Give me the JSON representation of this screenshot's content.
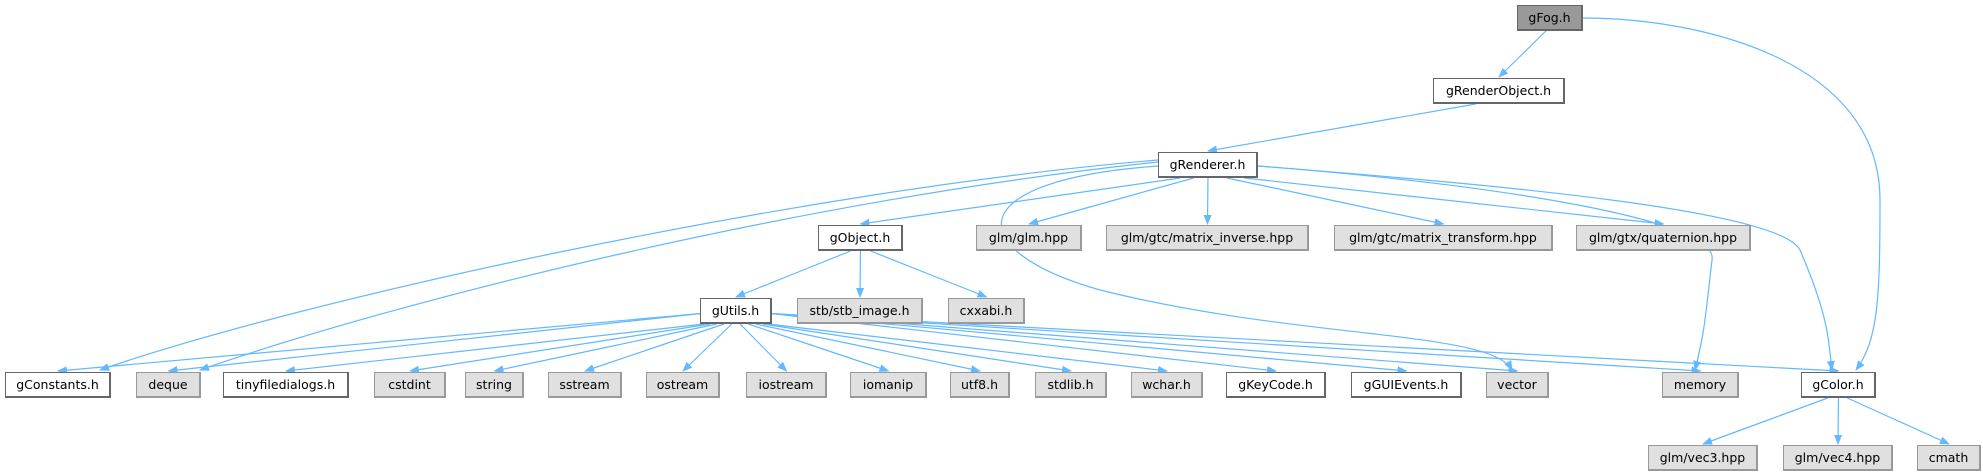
{
  "title": "gFog.h",
  "colors": {
    "edge": "#63b8ff",
    "root_fill": "#999999",
    "external_fill": "#e0e0e0",
    "internal_fill": "#ffffff"
  },
  "nodes": [
    {
      "id": "gFog",
      "label": "gFog.h",
      "kind": "root"
    },
    {
      "id": "gRenderObject",
      "label": "gRenderObject.h",
      "kind": "internal"
    },
    {
      "id": "gRenderer",
      "label": "gRenderer.h",
      "kind": "internal"
    },
    {
      "id": "gObject",
      "label": "gObject.h",
      "kind": "internal"
    },
    {
      "id": "glm",
      "label": "glm/glm.hpp",
      "kind": "external"
    },
    {
      "id": "matinv",
      "label": "glm/gtc/matrix_inverse.hpp",
      "kind": "external"
    },
    {
      "id": "mattrans",
      "label": "glm/gtc/matrix_transform.hpp",
      "kind": "external"
    },
    {
      "id": "quat",
      "label": "glm/gtx/quaternion.hpp",
      "kind": "external"
    },
    {
      "id": "gUtils",
      "label": "gUtils.h",
      "kind": "internal"
    },
    {
      "id": "stb",
      "label": "stb/stb_image.h",
      "kind": "external"
    },
    {
      "id": "cxxabi",
      "label": "cxxabi.h",
      "kind": "external"
    },
    {
      "id": "gConstants",
      "label": "gConstants.h",
      "kind": "internal"
    },
    {
      "id": "deque",
      "label": "deque",
      "kind": "external"
    },
    {
      "id": "tinyfd",
      "label": "tinyfiledialogs.h",
      "kind": "internal"
    },
    {
      "id": "cstdint",
      "label": "cstdint",
      "kind": "external"
    },
    {
      "id": "string",
      "label": "string",
      "kind": "external"
    },
    {
      "id": "sstream",
      "label": "sstream",
      "kind": "external"
    },
    {
      "id": "ostream",
      "label": "ostream",
      "kind": "external"
    },
    {
      "id": "iostream",
      "label": "iostream",
      "kind": "external"
    },
    {
      "id": "iomanip",
      "label": "iomanip",
      "kind": "external"
    },
    {
      "id": "utf8",
      "label": "utf8.h",
      "kind": "external"
    },
    {
      "id": "stdlib",
      "label": "stdlib.h",
      "kind": "external"
    },
    {
      "id": "wchar",
      "label": "wchar.h",
      "kind": "external"
    },
    {
      "id": "gKeyCode",
      "label": "gKeyCode.h",
      "kind": "internal"
    },
    {
      "id": "gGUIEvents",
      "label": "gGUIEvents.h",
      "kind": "internal"
    },
    {
      "id": "vector",
      "label": "vector",
      "kind": "external"
    },
    {
      "id": "memory",
      "label": "memory",
      "kind": "external"
    },
    {
      "id": "gColor",
      "label": "gColor.h",
      "kind": "internal"
    },
    {
      "id": "vec3",
      "label": "glm/vec3.hpp",
      "kind": "external"
    },
    {
      "id": "vec4",
      "label": "glm/vec4.hpp",
      "kind": "external"
    },
    {
      "id": "cmath",
      "label": "cmath",
      "kind": "external"
    }
  ],
  "edges": [
    {
      "from": "gFog",
      "to": "gRenderObject"
    },
    {
      "from": "gFog",
      "to": "gColor"
    },
    {
      "from": "gRenderObject",
      "to": "gRenderer"
    },
    {
      "from": "gRenderer",
      "to": "gObject"
    },
    {
      "from": "gRenderer",
      "to": "glm"
    },
    {
      "from": "gRenderer",
      "to": "matinv"
    },
    {
      "from": "gRenderer",
      "to": "mattrans"
    },
    {
      "from": "gRenderer",
      "to": "quat"
    },
    {
      "from": "gRenderer",
      "to": "gConstants"
    },
    {
      "from": "gRenderer",
      "to": "deque"
    },
    {
      "from": "gRenderer",
      "to": "vector"
    },
    {
      "from": "gRenderer",
      "to": "memory"
    },
    {
      "from": "gRenderer",
      "to": "gColor"
    },
    {
      "from": "gObject",
      "to": "gUtils"
    },
    {
      "from": "gObject",
      "to": "stb"
    },
    {
      "from": "gObject",
      "to": "cxxabi"
    },
    {
      "from": "gUtils",
      "to": "gConstants"
    },
    {
      "from": "gUtils",
      "to": "deque"
    },
    {
      "from": "gUtils",
      "to": "tinyfd"
    },
    {
      "from": "gUtils",
      "to": "cstdint"
    },
    {
      "from": "gUtils",
      "to": "string"
    },
    {
      "from": "gUtils",
      "to": "sstream"
    },
    {
      "from": "gUtils",
      "to": "ostream"
    },
    {
      "from": "gUtils",
      "to": "iostream"
    },
    {
      "from": "gUtils",
      "to": "iomanip"
    },
    {
      "from": "gUtils",
      "to": "utf8"
    },
    {
      "from": "gUtils",
      "to": "stdlib"
    },
    {
      "from": "gUtils",
      "to": "wchar"
    },
    {
      "from": "gUtils",
      "to": "gKeyCode"
    },
    {
      "from": "gUtils",
      "to": "gGUIEvents"
    },
    {
      "from": "gUtils",
      "to": "vector"
    },
    {
      "from": "gUtils",
      "to": "memory"
    },
    {
      "from": "gUtils",
      "to": "gColor"
    },
    {
      "from": "gColor",
      "to": "vec3"
    },
    {
      "from": "gColor",
      "to": "vec4"
    },
    {
      "from": "gColor",
      "to": "cmath"
    }
  ]
}
